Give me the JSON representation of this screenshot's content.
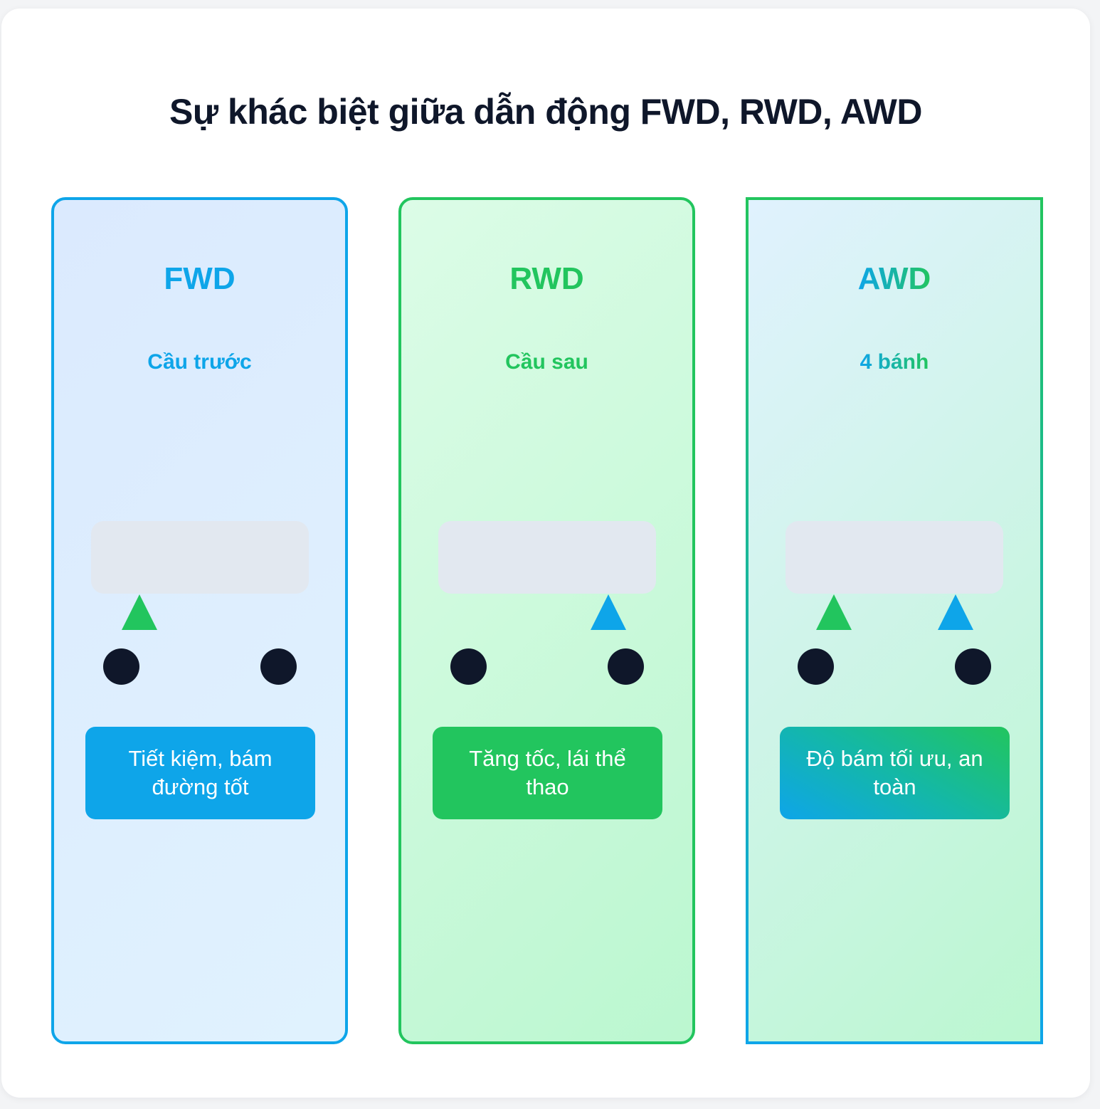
{
  "title": "Sự khác biệt giữa dẫn động FWD, RWD, AWD",
  "colors": {
    "fwd_accent": "#0ea5e9",
    "rwd_accent": "#22c55e",
    "wheel": "#0f172a",
    "car_body": "#e2e8f0",
    "title": "#0f172a"
  },
  "columns": [
    {
      "id": "fwd",
      "label": "FWD",
      "sublabel": "Cầu trước",
      "driven_axle": "front",
      "arrows": [
        {
          "position": "front",
          "color": "green"
        }
      ],
      "benefit": "Tiết kiệm, bám đường tốt"
    },
    {
      "id": "rwd",
      "label": "RWD",
      "sublabel": "Cầu sau",
      "driven_axle": "rear",
      "arrows": [
        {
          "position": "rear",
          "color": "blue"
        }
      ],
      "benefit": "Tăng tốc, lái thể thao"
    },
    {
      "id": "awd",
      "label": "AWD",
      "sublabel": "4 bánh",
      "driven_axle": "both",
      "arrows": [
        {
          "position": "front",
          "color": "green"
        },
        {
          "position": "rear",
          "color": "blue"
        }
      ],
      "benefit": "Độ bám tối ưu, an toàn"
    }
  ]
}
